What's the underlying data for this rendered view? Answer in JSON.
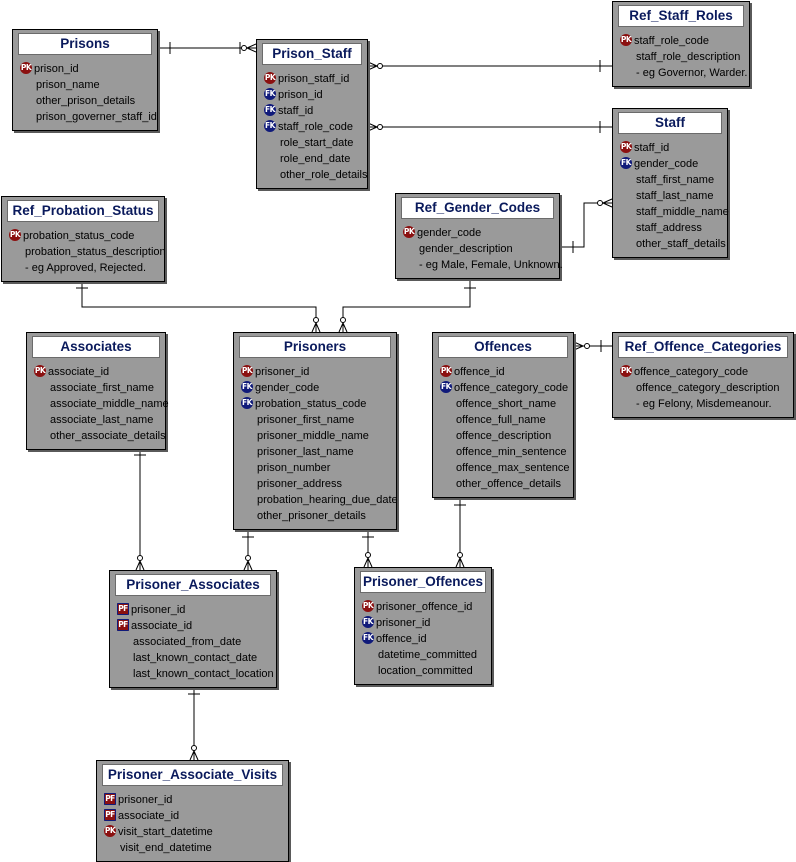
{
  "colors": {
    "entity_fill": "#9a9a9a",
    "title_fill": "#ffffff",
    "title_text": "#0a1a5c",
    "pk_badge": "#8b1010",
    "fk_badge": "#101a7a",
    "line": "#000000"
  },
  "key_labels": {
    "pk": "PK",
    "fk": "FK",
    "pf": "PF"
  },
  "entities": [
    {
      "id": "prisons",
      "title": "Prisons",
      "attrs": [
        {
          "key": "pk",
          "name": "prison_id"
        },
        {
          "key": "",
          "name": "prison_name"
        },
        {
          "key": "",
          "name": "other_prison_details"
        },
        {
          "key": "",
          "name": "prison_governer_staff_id"
        }
      ]
    },
    {
      "id": "prison-staff",
      "title": "Prison_Staff",
      "attrs": [
        {
          "key": "pk",
          "name": "prison_staff_id"
        },
        {
          "key": "fk",
          "name": "prison_id"
        },
        {
          "key": "fk",
          "name": "staff_id"
        },
        {
          "key": "fk",
          "name": "staff_role_code"
        },
        {
          "key": "",
          "name": "role_start_date"
        },
        {
          "key": "",
          "name": "role_end_date"
        },
        {
          "key": "",
          "name": "other_role_details"
        }
      ]
    },
    {
      "id": "ref-staff-roles",
      "title": "Ref_Staff_Roles",
      "attrs": [
        {
          "key": "pk",
          "name": "staff_role_code"
        },
        {
          "key": "",
          "name": "staff_role_description"
        },
        {
          "key": "",
          "name": " - eg Governor, Warder."
        }
      ]
    },
    {
      "id": "staff",
      "title": "Staff",
      "attrs": [
        {
          "key": "pk",
          "name": "staff_id"
        },
        {
          "key": "fk",
          "name": "gender_code"
        },
        {
          "key": "",
          "name": "staff_first_name"
        },
        {
          "key": "",
          "name": "staff_last_name"
        },
        {
          "key": "",
          "name": "staff_middle_name"
        },
        {
          "key": "",
          "name": "staff_address"
        },
        {
          "key": "",
          "name": "other_staff_details"
        }
      ]
    },
    {
      "id": "ref-probation-status",
      "title": "Ref_Probation_Status",
      "attrs": [
        {
          "key": "pk",
          "name": "probation_status_code"
        },
        {
          "key": "",
          "name": "probation_status_description"
        },
        {
          "key": "",
          "name": " - eg Approved, Rejected."
        }
      ]
    },
    {
      "id": "ref-gender-codes",
      "title": "Ref_Gender_Codes",
      "attrs": [
        {
          "key": "pk",
          "name": "gender_code"
        },
        {
          "key": "",
          "name": "gender_description"
        },
        {
          "key": "",
          "name": " - eg Male, Female, Unknown."
        }
      ]
    },
    {
      "id": "associates",
      "title": "Associates",
      "attrs": [
        {
          "key": "pk",
          "name": "associate_id"
        },
        {
          "key": "",
          "name": "associate_first_name"
        },
        {
          "key": "",
          "name": "associate_middle_name"
        },
        {
          "key": "",
          "name": "associate_last_name"
        },
        {
          "key": "",
          "name": "other_associate_details"
        }
      ]
    },
    {
      "id": "prisoners",
      "title": "Prisoners",
      "attrs": [
        {
          "key": "pk",
          "name": "prisoner_id"
        },
        {
          "key": "fk",
          "name": "gender_code"
        },
        {
          "key": "fk",
          "name": "probation_status_code"
        },
        {
          "key": "",
          "name": "prisoner_first_name"
        },
        {
          "key": "",
          "name": "prisoner_middle_name"
        },
        {
          "key": "",
          "name": "prisoner_last_name"
        },
        {
          "key": "",
          "name": "prison_number"
        },
        {
          "key": "",
          "name": "prisoner_address"
        },
        {
          "key": "",
          "name": "probation_hearing_due_date"
        },
        {
          "key": "",
          "name": "other_prisoner_details"
        }
      ]
    },
    {
      "id": "offences",
      "title": "Offences",
      "attrs": [
        {
          "key": "pk",
          "name": "offence_id"
        },
        {
          "key": "fk",
          "name": "offence_category_code"
        },
        {
          "key": "",
          "name": "offence_short_name"
        },
        {
          "key": "",
          "name": "offence_full_name"
        },
        {
          "key": "",
          "name": "offence_description"
        },
        {
          "key": "",
          "name": "offence_min_sentence"
        },
        {
          "key": "",
          "name": "offence_max_sentence"
        },
        {
          "key": "",
          "name": "other_offence_details"
        }
      ]
    },
    {
      "id": "ref-offence-categories",
      "title": "Ref_Offence_Categories",
      "attrs": [
        {
          "key": "pk",
          "name": "offence_category_code"
        },
        {
          "key": "",
          "name": "offence_category_description"
        },
        {
          "key": "",
          "name": " - eg Felony, Misdemeanour."
        }
      ]
    },
    {
      "id": "prisoner-associates",
      "title": "Prisoner_Associates",
      "attrs": [
        {
          "key": "pf",
          "name": "prisoner_id"
        },
        {
          "key": "pf",
          "name": "associate_id"
        },
        {
          "key": "",
          "name": "associated_from_date"
        },
        {
          "key": "",
          "name": "last_known_contact_date"
        },
        {
          "key": "",
          "name": "last_known_contact_location"
        }
      ]
    },
    {
      "id": "prisoner-offences",
      "title": "Prisoner_Offences",
      "attrs": [
        {
          "key": "pk",
          "name": "prisoner_offence_id"
        },
        {
          "key": "fk",
          "name": "prisoner_id"
        },
        {
          "key": "fk",
          "name": "offence_id"
        },
        {
          "key": "",
          "name": "datetime_committed"
        },
        {
          "key": "",
          "name": "location_committed"
        }
      ]
    },
    {
      "id": "prisoner-associate-visits",
      "title": "Prisoner_Associate_Visits",
      "attrs": [
        {
          "key": "pf",
          "name": "prisoner_id"
        },
        {
          "key": "pf",
          "name": "associate_id"
        },
        {
          "key": "pk",
          "name": "visit_start_datetime"
        },
        {
          "key": "",
          "name": "visit_end_datetime"
        }
      ]
    }
  ]
}
